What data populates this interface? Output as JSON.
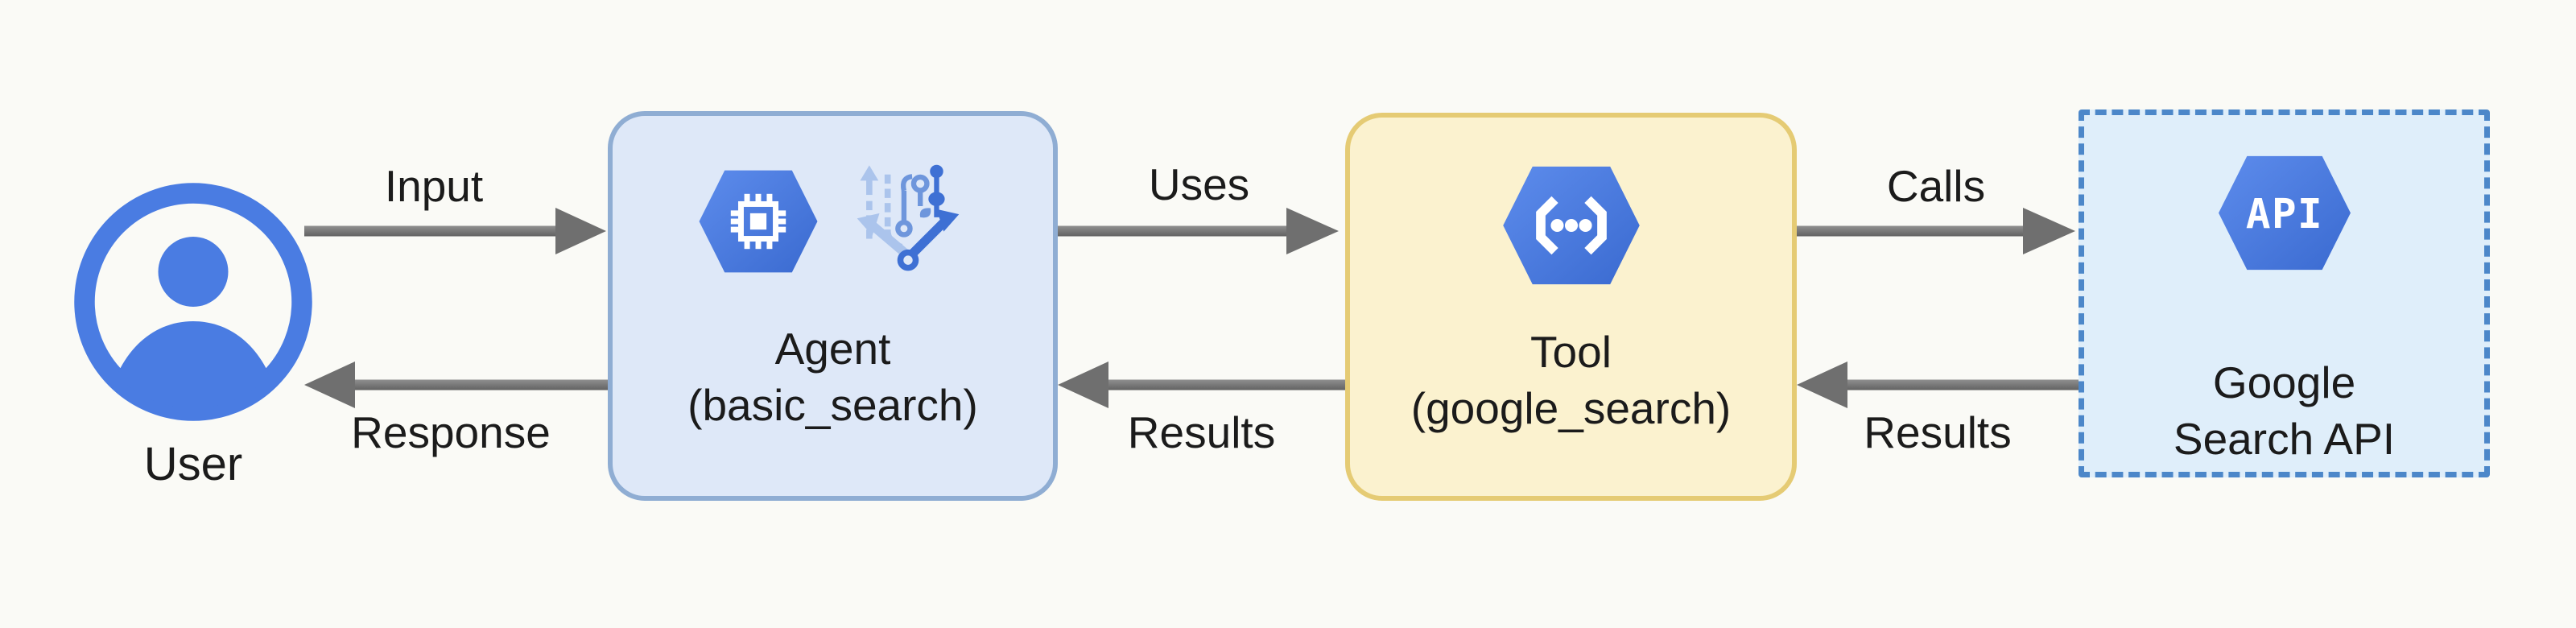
{
  "colors": {
    "background": "#fafaf6",
    "text": "#1b1b1b",
    "arrow_shaft_light": "#8f8f8f",
    "arrow_shaft_dark": "#626262",
    "arrow_head": "#6f6f6f",
    "user_blue": "#4a7ce2",
    "hex_blue_light": "#5d8cec",
    "hex_blue_dark": "#3a6ad0",
    "agent_fill": "#dee8f8",
    "agent_border": "#8fadd3",
    "tool_fill": "#fbf2cf",
    "tool_border": "#e5cb74",
    "api_fill": "#dfeefa",
    "api_border": "#4c87c9",
    "vertex_light": "#abc4ec",
    "vertex_mid": "#6e96dc",
    "vertex_dark": "#3e70d4"
  },
  "nodes": {
    "user": {
      "label": "User",
      "icon": "user-circle-icon"
    },
    "agent": {
      "title": "Agent",
      "subtitle": "(basic_search)",
      "icons": [
        "chip-hexagon-icon",
        "vertex-ai-icon"
      ]
    },
    "tool": {
      "title": "Tool",
      "subtitle": "(google_search)",
      "icon": "code-brackets-hexagon-icon"
    },
    "api": {
      "title_line1": "Google",
      "title_line2": "Search API",
      "icon": "api-hexagon-icon",
      "icon_text": "API"
    }
  },
  "edges": {
    "input": {
      "label": "Input",
      "from": "user",
      "to": "agent"
    },
    "uses": {
      "label": "Uses",
      "from": "agent",
      "to": "tool"
    },
    "calls": {
      "label": "Calls",
      "from": "tool",
      "to": "api"
    },
    "response": {
      "label": "Response",
      "from": "agent",
      "to": "user"
    },
    "results_tool_agent": {
      "label": "Results",
      "from": "tool",
      "to": "agent"
    },
    "results_api_tool": {
      "label": "Results",
      "from": "api",
      "to": "tool"
    }
  }
}
